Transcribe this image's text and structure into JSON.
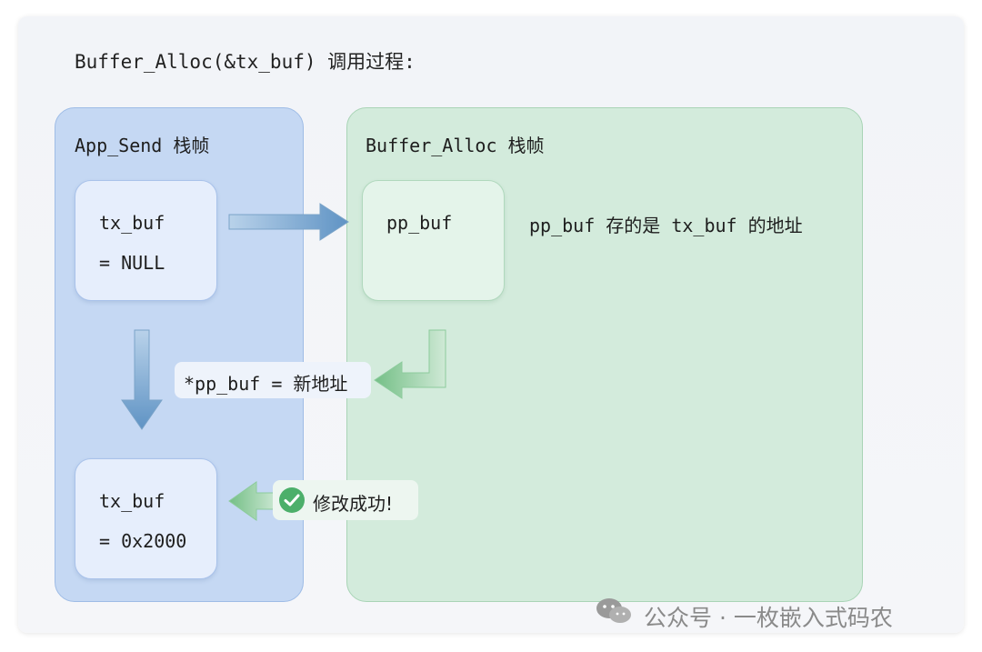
{
  "title": "Buffer_Alloc(&tx_buf) 调用过程:",
  "left_frame": {
    "title": "App_Send 栈帧",
    "box_top": {
      "line1": "tx_buf",
      "line2": "= NULL"
    },
    "box_bottom": {
      "line1": "tx_buf",
      "line2": "= 0x2000"
    }
  },
  "right_frame": {
    "title": "Buffer_Alloc 栈帧",
    "box": {
      "line1": "pp_buf"
    },
    "note": "pp_buf 存的是 tx_buf 的地址"
  },
  "assign_label": "*pp_buf = 新地址",
  "success_label": "修改成功!",
  "watermark": "公众号 · 一枚嵌入式码农",
  "colors": {
    "left_frame_fill": "#c5d8f3",
    "right_frame_fill": "#d3ebdc",
    "blue_arrow": "#6f9fc9",
    "green_arrow": "#7fc38f",
    "success_check": "#4caf6a"
  },
  "icons": [
    "arrow-right-icon",
    "arrow-down-icon",
    "return-arrow-icon",
    "arrow-left-icon",
    "check-circle-icon",
    "wechat-icon"
  ]
}
